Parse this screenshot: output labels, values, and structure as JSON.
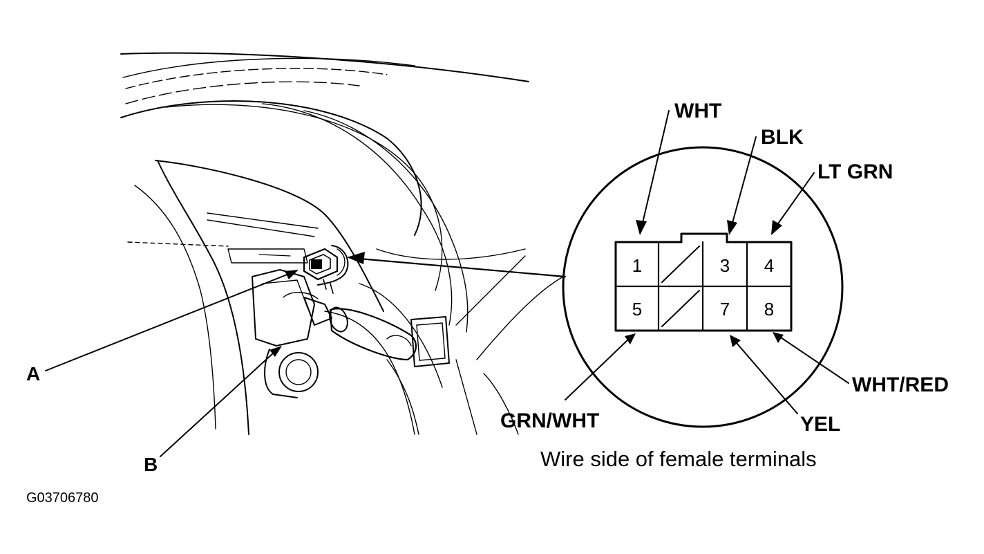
{
  "callouts": {
    "a": "A",
    "b": "B"
  },
  "wires": {
    "top_left": "WHT",
    "top_mid": "BLK",
    "top_right": "LT GRN",
    "bottom_left": "GRN/WHT",
    "bottom_mid": "YEL",
    "bottom_right": "WHT/RED"
  },
  "terminals": {
    "t1": "1",
    "t3": "3",
    "t4": "4",
    "t5": "5",
    "t7": "7",
    "t8": "8"
  },
  "caption": "Wire side of female terminals",
  "figure_id": "G03706780"
}
